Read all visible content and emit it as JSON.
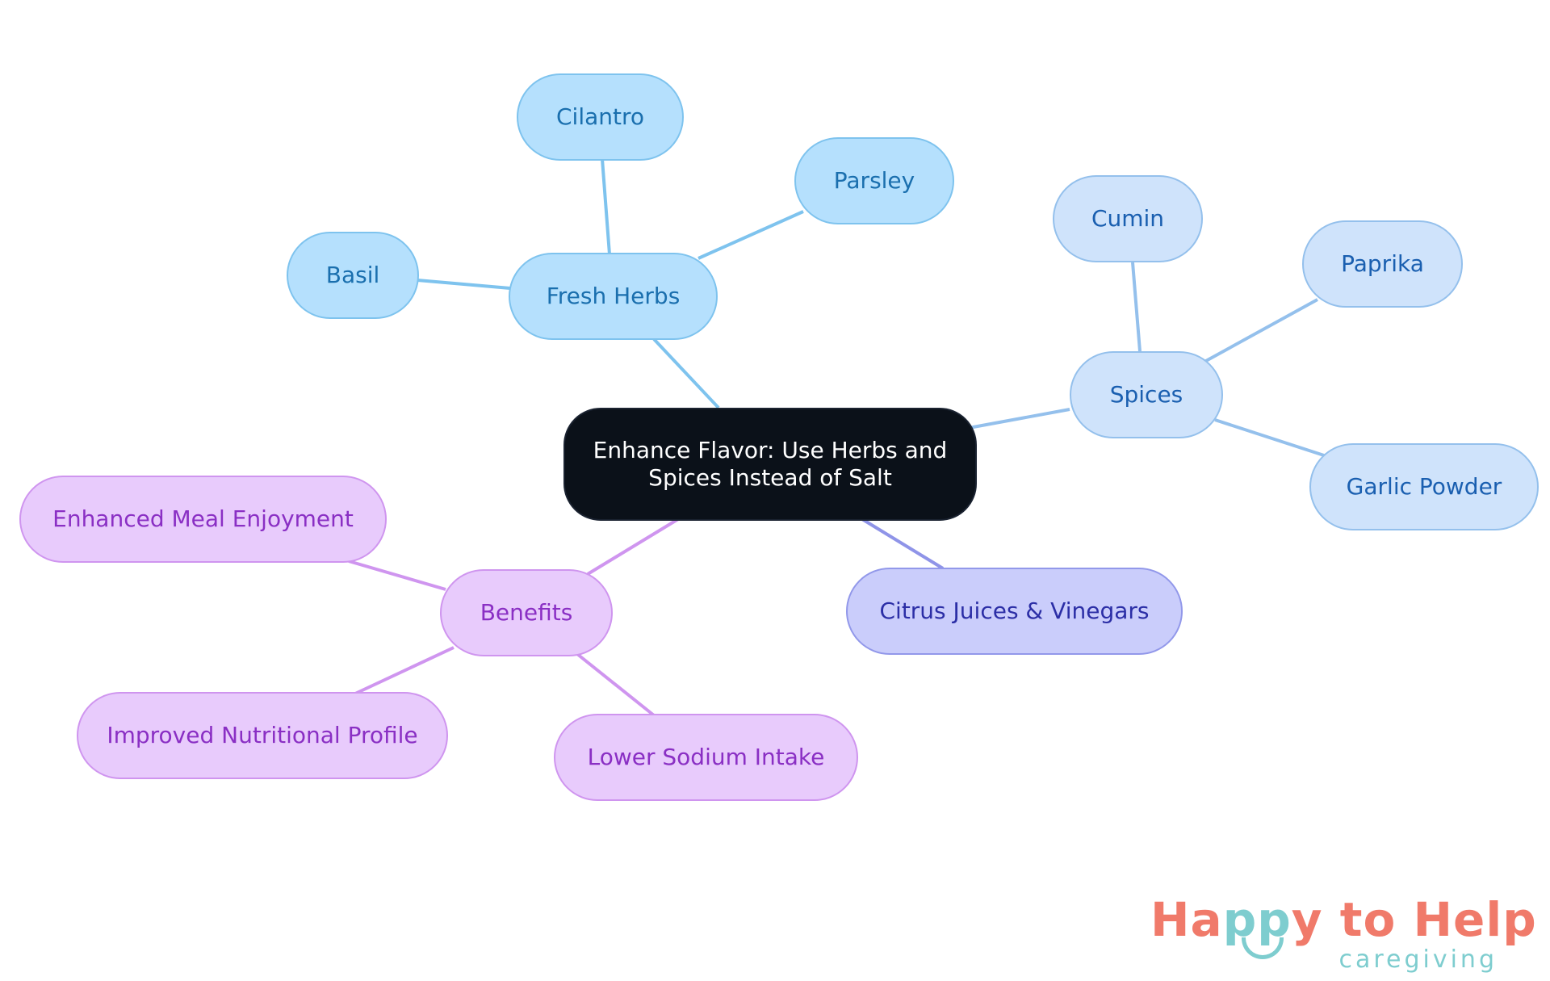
{
  "root": {
    "label": "Enhance Flavor: Use Herbs and Spices Instead of Salt"
  },
  "branches": {
    "fresh_herbs": {
      "label": "Fresh Herbs",
      "children": [
        "Cilantro",
        "Parsley",
        "Basil"
      ]
    },
    "spices": {
      "label": "Spices",
      "children": [
        "Cumin",
        "Paprika",
        "Garlic Powder"
      ]
    },
    "citrus": {
      "label": "Citrus Juices & Vinegars"
    },
    "benefits": {
      "label": "Benefits",
      "children": [
        "Enhanced Meal Enjoyment",
        "Improved Nutritional Profile",
        "Lower Sodium Intake"
      ]
    }
  },
  "logo": {
    "brand_part1": "Ha",
    "brand_part2": "pp",
    "brand_part3": "y to Help",
    "tagline": "caregiving"
  },
  "colors": {
    "herbs_edge": "#7ec3ee",
    "spices_edge": "#94c0ec",
    "citrus_edge": "#8f94e8",
    "benefits_edge": "#cf95ef",
    "root_fill": "#0b1119",
    "logo_coral": "#f07a6a",
    "logo_teal": "#7ecdcf"
  }
}
